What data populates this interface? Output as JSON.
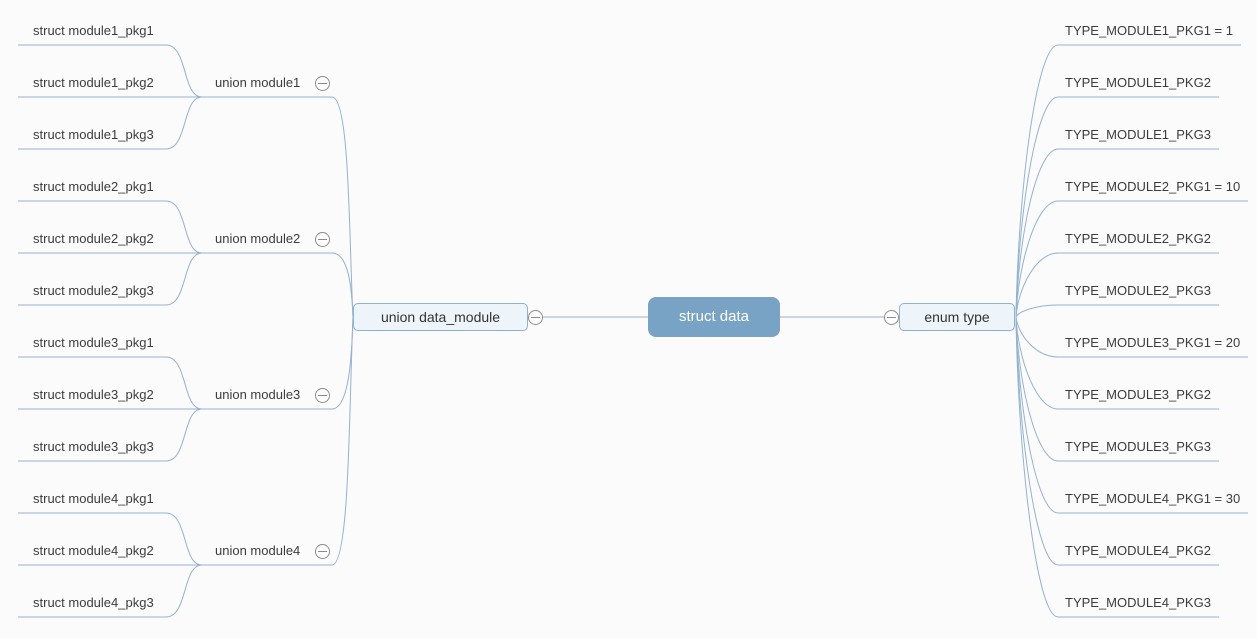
{
  "diagram": {
    "root": {
      "label": "struct data"
    },
    "left_parent": {
      "label": "union data_module"
    },
    "right_parent": {
      "label": "enum type"
    },
    "left_groups": [
      {
        "label": "union module1",
        "children": [
          "struct module1_pkg1",
          "struct module1_pkg2",
          "struct module1_pkg3"
        ]
      },
      {
        "label": "union module2",
        "children": [
          "struct module2_pkg1",
          "struct module2_pkg2",
          "struct module2_pkg3"
        ]
      },
      {
        "label": "union module3",
        "children": [
          "struct module3_pkg1",
          "struct module3_pkg2",
          "struct module3_pkg3"
        ]
      },
      {
        "label": "union module4",
        "children": [
          "struct module4_pkg1",
          "struct module4_pkg2",
          "struct module4_pkg3"
        ]
      }
    ],
    "right_leaves": [
      "TYPE_MODULE1_PKG1 = 1",
      "TYPE_MODULE1_PKG2",
      "TYPE_MODULE1_PKG3",
      "TYPE_MODULE2_PKG1 = 10",
      "TYPE_MODULE2_PKG2",
      "TYPE_MODULE2_PKG3",
      "TYPE_MODULE3_PKG1 = 20",
      "TYPE_MODULE3_PKG2",
      "TYPE_MODULE3_PKG3",
      "TYPE_MODULE4_PKG1 = 30",
      "TYPE_MODULE4_PKG2",
      "TYPE_MODULE4_PKG3"
    ],
    "icons": {
      "collapse": "minus-circle"
    },
    "colors": {
      "line": "#94b2d0",
      "root_fill": "#78a3c4",
      "root_text": "#ffffff",
      "node_fill": "#eef5fa",
      "node_border": "#8fb3cf",
      "text": "#3c3c3c",
      "expander": "#8d8d8d",
      "background": "#fbfbfb"
    }
  }
}
